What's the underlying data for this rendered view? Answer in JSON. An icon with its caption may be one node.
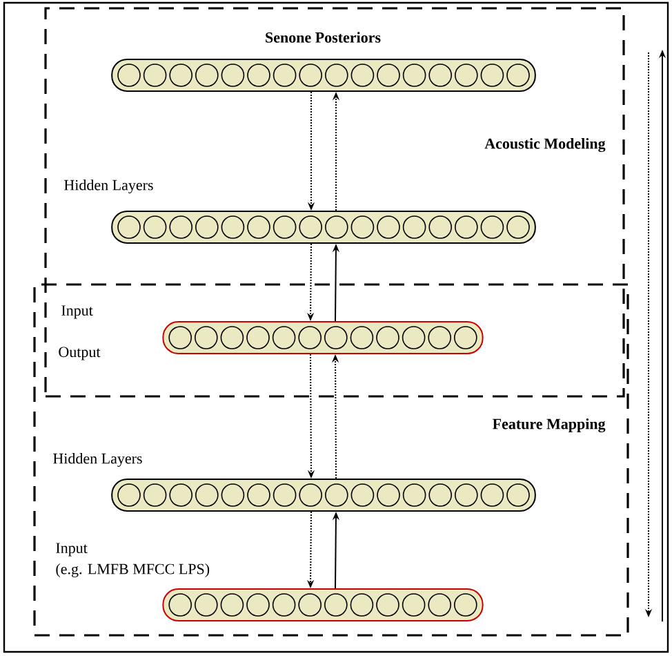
{
  "diagram": {
    "nodes": [
      {
        "text": [
          "Acoustic Modeling"
        ]
      },
      {
        "text": [
          "Feature Mapping"
        ]
      },
      {
        "text": [
          "Senone Posteriors"
        ],
        "in": 0
      },
      {
        "text": [
          "Hidden Layers"
        ],
        "in": 0
      },
      {
        "text": [],
        "shape": "bar"
      },
      {
        "text": [
          "Hidden Layers"
        ],
        "in": 1
      },
      {
        "text": [
          "Input",
          "(e.g. LMFB MFCC LPS)"
        ],
        "in": 1
      }
    ],
    "edges": [
      {
        "from": 2,
        "to": 3,
        "arrow": "to",
        "style": "dashed"
      },
      {
        "from": 3,
        "to": 2,
        "arrow": "to",
        "style": "dashed"
      },
      {
        "from": 3,
        "to": 4,
        "arrow": "to",
        "style": "dashed"
      },
      {
        "from": 4,
        "to": 3,
        "arrow": "to"
      },
      {
        "from": 4,
        "to": 5,
        "arrow": "to",
        "style": "dashed"
      },
      {
        "from": 5,
        "to": 4,
        "arrow": "to",
        "style": "dashed"
      },
      {
        "from": 5,
        "to": 6,
        "arrow": "to",
        "style": "dashed"
      },
      {
        "from": 6,
        "to": 5,
        "arrow": "to"
      }
    ],
    "labels": [
      "Input",
      "Output"
    ]
  }
}
